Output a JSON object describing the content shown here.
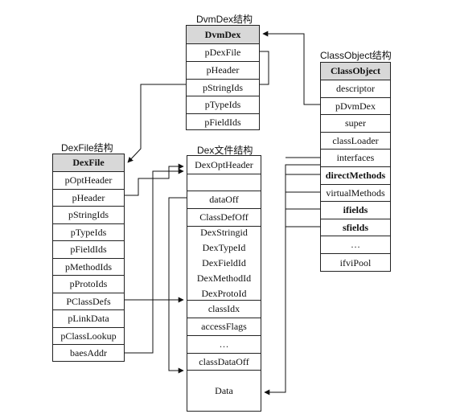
{
  "dvmdex": {
    "title": "DvmDex结构",
    "header": "DvmDex",
    "fields": [
      "pDexFile",
      "pHeader",
      "pStringIds",
      "pTypeIds",
      "pFieldIds"
    ]
  },
  "classobject": {
    "title": "ClassObject结构",
    "header": "ClassObject",
    "fields": [
      "descriptor",
      "pDvmDex",
      "super",
      "classLoader",
      "interfaces",
      "directMethods",
      "virtualMethods",
      "ifields",
      "sfields",
      "…",
      "ifviPool"
    ]
  },
  "dexfile": {
    "title": "DexFile结构",
    "header": "DexFile",
    "fields": [
      "pOptHeader",
      "pHeader",
      "pStringIds",
      "pTypeIds",
      "pFieldIds",
      "pMethodIds",
      "pProtoIds",
      "PClassDefs",
      "pLinkData",
      "pClassLookup",
      "baesAddr"
    ]
  },
  "dex": {
    "title": "Dex文件结构",
    "rows": [
      {
        "label": "DexOptHeader"
      },
      {
        "label": ""
      },
      {
        "label": "dataOff"
      },
      {
        "label": "ClassDefOff"
      },
      {
        "group": [
          "DexStringid",
          "DexTypeId",
          "DexFieldId",
          "DexMethodId",
          "DexProtoId"
        ]
      },
      {
        "label": "classIdx"
      },
      {
        "label": "accessFlags"
      },
      {
        "label": "…"
      },
      {
        "label": "classDataOff"
      },
      {
        "label": "Data"
      }
    ]
  }
}
